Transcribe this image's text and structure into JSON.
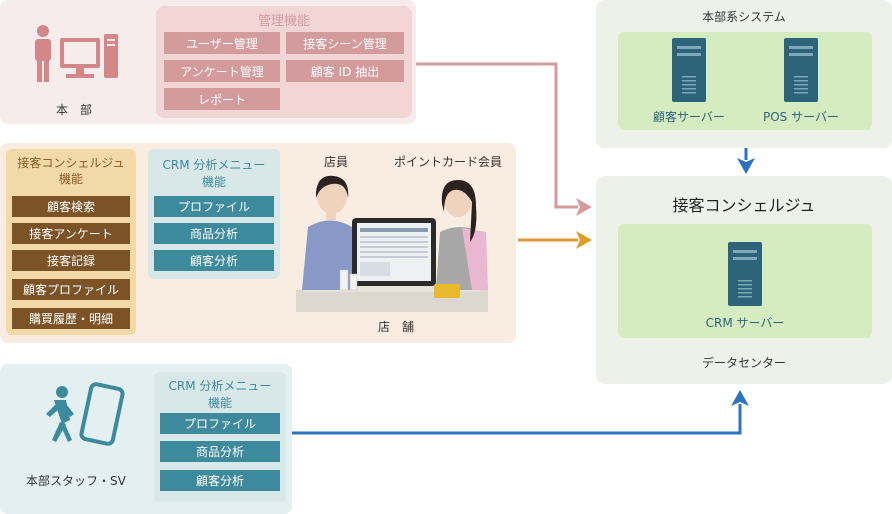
{
  "hq": {
    "label": "本　部",
    "mgmt_title": "管理機能",
    "mgmt_buttons": [
      "ユーザー管理",
      "接客シーン管理",
      "アンケート管理",
      "顧客 ID 抽出",
      "レポート"
    ]
  },
  "store": {
    "label": "店　舗",
    "concierge_title_1": "接客コンシェルジュ",
    "concierge_title_2": "機能",
    "concierge_buttons": [
      "顧客検索",
      "接客アンケート",
      "接客記録",
      "顧客プロファイル",
      "購買履歴・明細"
    ],
    "crm_title_1": "CRM 分析メニュー",
    "crm_title_2": "機能",
    "crm_buttons": [
      "プロファイル",
      "商品分析",
      "顧客分析"
    ],
    "staff_label": "店員",
    "member_label": "ポイントカード会員"
  },
  "mobile": {
    "label": "本部スタッフ・SV",
    "crm_title_1": "CRM 分析メニュー",
    "crm_title_2": "機能",
    "crm_buttons": [
      "プロファイル",
      "商品分析",
      "顧客分析"
    ]
  },
  "hq_system": {
    "title": "本部系システム",
    "servers": [
      "顧客サーバー",
      "POS サーバー"
    ]
  },
  "datacenter": {
    "title": "接客コンシェルジュ",
    "server": "CRM サーバー",
    "label": "データセンター"
  },
  "colors": {
    "hq_bg": "#f6ecec",
    "hq_mgmt": "#f2d6d6",
    "store_bg": "#f9ece0",
    "concierge_box": "#f3d9a8",
    "crm_box": "#d8e8e9",
    "mobile_bg": "#e3eff1",
    "dc_bg": "#eef1ea",
    "server_box": "#d5ecc0",
    "arrow_pink": "#d49b9c",
    "arrow_orange": "#e39a2c",
    "arrow_blue": "#2b73c1",
    "server_color": "#2d6479",
    "person_color": "#d48788",
    "mobile_icon": "#3e8a9d"
  }
}
